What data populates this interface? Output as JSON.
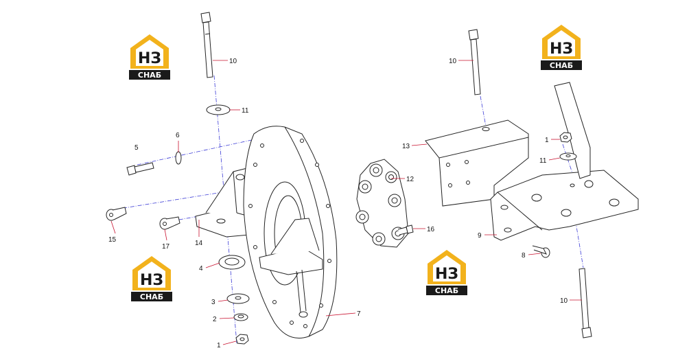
{
  "brand": {
    "logo_letters": "НЗ",
    "logo_caption": "СНАБ",
    "accent_color": "#f2b21c",
    "dark_color": "#1a1a1a",
    "leader_color": "#c8102e",
    "axis_color": "#3b3bd6"
  },
  "callouts": {
    "c10a": "10",
    "c11a": "11",
    "c5": "5",
    "c6": "6",
    "c15": "15",
    "c17": "17",
    "c14": "14",
    "c4": "4",
    "c3": "3",
    "c2": "2",
    "c1a": "1",
    "c7": "7",
    "c12": "12",
    "c16": "16",
    "c13": "13",
    "c10b": "10",
    "c1b": "1",
    "c11b": "11",
    "c9": "9",
    "c8": "8",
    "c10c": "10"
  }
}
